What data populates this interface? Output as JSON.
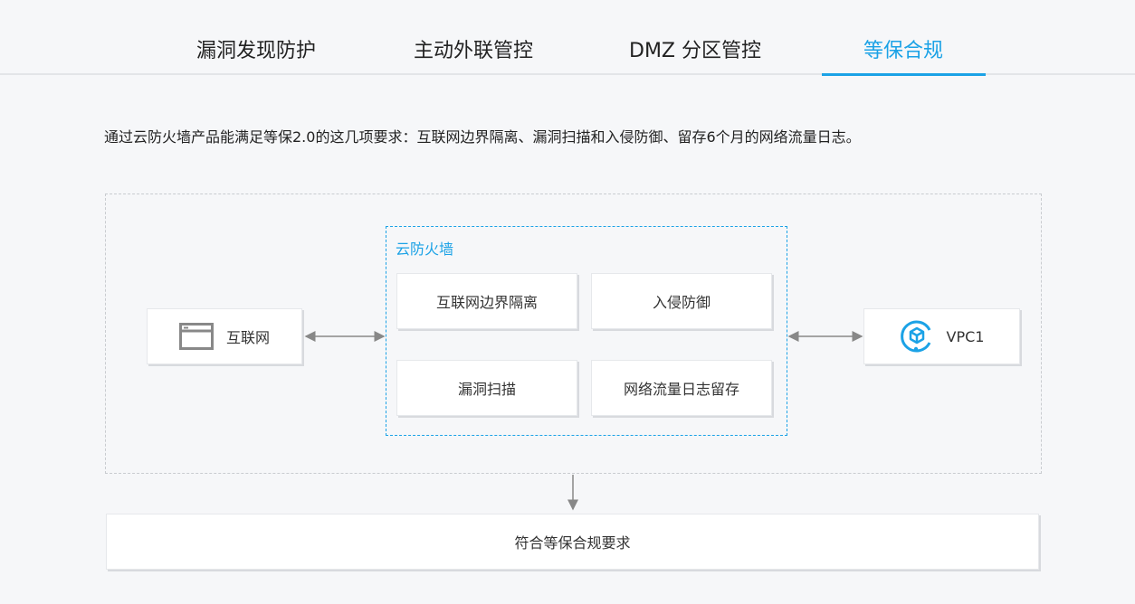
{
  "tabs": [
    {
      "label": "漏洞发现防护",
      "active": false
    },
    {
      "label": "主动外联管控",
      "active": false
    },
    {
      "label": "DMZ 分区管控",
      "active": false
    },
    {
      "label": "等保合规",
      "active": true
    }
  ],
  "description": "通过云防火墙产品能满足等保2.0的这几项要求：互联网边界隔离、漏洞扫描和入侵防御、留存6个月的网络流量日志。",
  "diagram": {
    "internet": {
      "label": "互联网",
      "icon": "browser-window-icon"
    },
    "vpc": {
      "label": "VPC1",
      "icon": "vpc-cube-icon"
    },
    "firewall": {
      "title": "云防火墙",
      "features": [
        "互联网边界隔离",
        "入侵防御",
        "漏洞扫描",
        "网络流量日志留存"
      ]
    },
    "result": "符合等保合规要求"
  },
  "colors": {
    "accent": "#1ba2e6",
    "text": "#333333",
    "arrow": "#888888",
    "background": "#f6f7f9"
  }
}
